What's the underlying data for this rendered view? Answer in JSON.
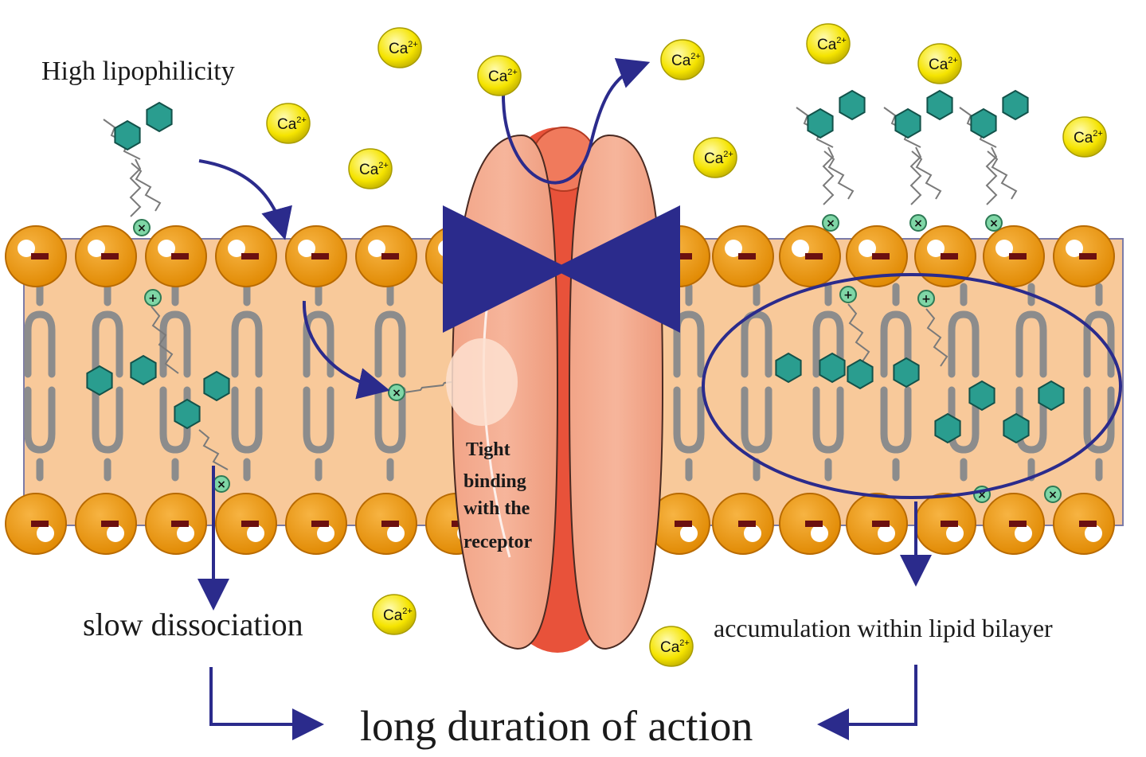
{
  "labels": {
    "high_lipophilicity": "High lipophilicity",
    "slow_dissociation": "slow dissociation",
    "accumulation": "accumulation within lipid bilayer",
    "tight_binding_1": "Tight",
    "tight_binding_2": "binding",
    "tight_binding_3": "with the",
    "tight_binding_4": "receptor",
    "long_duration": "long duration of action"
  },
  "ion_label": "Ca",
  "ion_charge": "2+",
  "charges": {
    "negative": "−",
    "positive": "+",
    "neutral": "×"
  },
  "colors": {
    "headgroup": "#f29a12",
    "headgroup_stroke": "#b86a00",
    "bilayer_core": "#f8c99a",
    "lipid_tail": "#8c8c8c",
    "drug_ring": "#2a9d8f",
    "channel_outer": "#f4a58a",
    "channel_inner": "#e8523a",
    "arrow": "#2b2b8c",
    "ion": "#f5e400",
    "charge_mark": "#6b1010"
  }
}
